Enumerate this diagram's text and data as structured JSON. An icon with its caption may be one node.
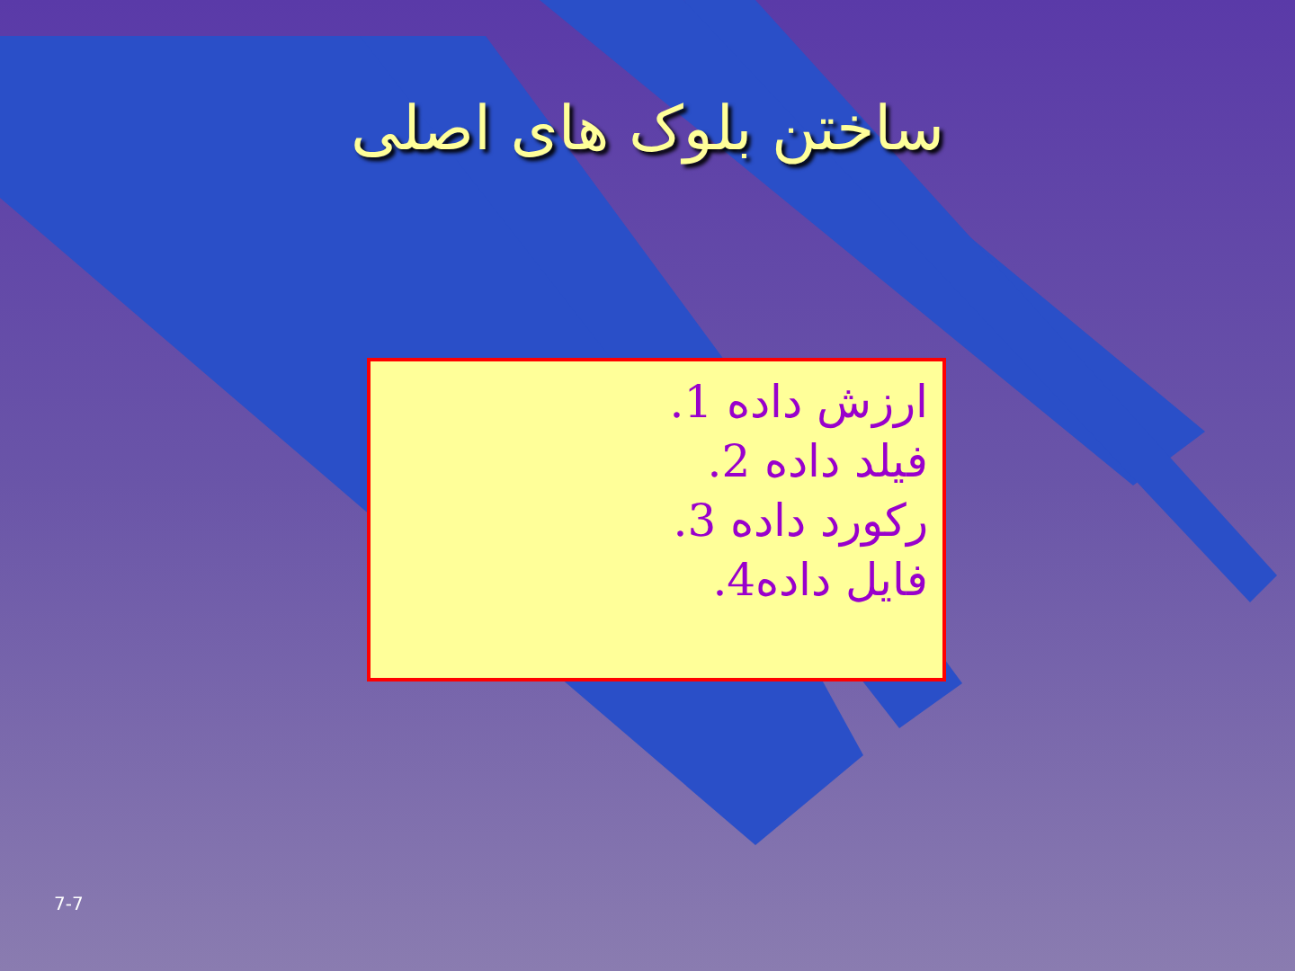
{
  "diagram": {
    "title": "ساختن بلوک های اصلی",
    "nodes": [
      {
        "text": [
          "ارزش داده 1.",
          "فیلد داده 2.",
          "رکورد داده 3.",
          "فایل داده4."
        ]
      }
    ],
    "labels": [
      "7-7"
    ]
  }
}
